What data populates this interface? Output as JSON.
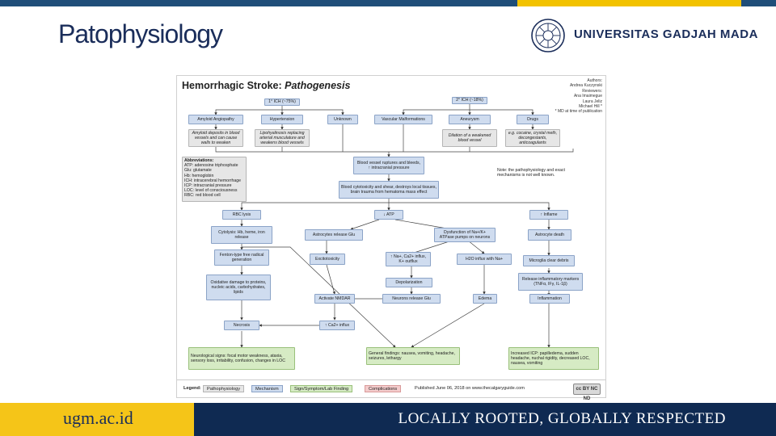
{
  "slide": {
    "title": "Patophysiology",
    "university": "UNIVERSITAS GADJAH MADA",
    "footer_url": "ugm.ac.id",
    "footer_tagline": "LOCALLY ROOTED, GLOBALLY RESPECTED"
  },
  "flowchart": {
    "title_bold": "Hemorrhagic Stroke: ",
    "title_italic": "Pathogenesis",
    "authors": [
      "Authors:",
      "Andrea Kuczynski",
      "Reviewers:",
      "Ana Imaimegue",
      "Laura Jeliz",
      "Michael Hill *",
      "* MD at time of publication"
    ],
    "nodes": {
      "ich1": "1° ICH (~75%)",
      "ich2": "2° ICH (~18%)",
      "amyloid": "Amyloid Angiopathy",
      "hypertension": "Hypertension",
      "unknown": "Unknown",
      "vascular": "Vascular Malformations",
      "aneurysm": "Aneurysm",
      "drugs": "Drugs",
      "amyloid_desc": "Amyloid deposits in blood vessels and can cause walls to weaken",
      "lipohyalinosis": "Lipohyalinosis replacing arterial musculature and weakens blood vessels",
      "dilation": "Dilation of a weakened blood vessel",
      "drugs_desc": "e.g. cocaine, crystal meth, decongestants, anticoagulants",
      "rupture": "Blood vessel ruptures and bleeds, ↑ intracranial pressure",
      "cytotoxic": "Blood cytotoxicity and shear, destroys local tissues, brain trauma from hematoma mass effect",
      "rbc": "RBC lysis",
      "atp": "↓ ATP",
      "ifactor": "↑ Inflame",
      "cytolysis": "Cytolysis: Hb, heme, iron release",
      "astro_glu": "Astrocytes release Glu",
      "na_k": "Dysfunction of Na+/K+ ATPase pumps on neurons",
      "astro_death": "Astrocyte death",
      "fenton": "Fenton-type free radical generation",
      "excito": "Excitotoxicity",
      "ca_influx": "↑ Na+, Ca2+ influx, K+ outflux",
      "h2o_influx": "H2O influx with Na+",
      "microglia": "Microglia clear debris",
      "oxidative": "Oxidative damage to proteins, nucleic acids, carbohydrates, lipids",
      "depol": "Depolarization",
      "release_inflam": "Release inflammatory markers (TNFα, IFγ, IL-1β)",
      "activate_nmdar": "Activate NMDAR",
      "neurons_glu": "Neurons release Glu",
      "edema": "Edema",
      "inflammation": "Inflammation",
      "necrosis": "Necrosis",
      "ca_influx2": "↑ Ca2+ influx",
      "focal_signs": "Neurological signs: focal motor weakness, ataxia, sensory loss, irritability, confusion, changes in LOC",
      "general": "General findings: nausea, vomiting, headache, seizures, lethargy",
      "icp": "Increased ICP: papilledema, sudden headache, nuchal rigidity, decreased LOC, nausea, vomiting",
      "abbrev_title": "Abbreviations:",
      "abbrev_lines": [
        "ATP: adenosine triphosphate",
        "Glu: glutamate",
        "Hb: hemoglobin",
        "ICH: intracerebral hemorrhage",
        "ICP: intracranial pressure",
        "LOC: level of consciousness",
        "RBC: red blood cell"
      ],
      "note": "Note: the pathophysiology and exact mechanisms is not well known."
    },
    "legend": {
      "label": "Legend:",
      "items": [
        "Pathophysiology",
        "Mechanism",
        "Sign/Symptom/Lab Finding",
        "Complications"
      ],
      "published": "Published June 06, 2018 on www.thecalgaryguide.com",
      "license_badge": "cc BY NC ND"
    },
    "colors": {
      "mechanism": "#cfdcef",
      "pathophysiology": "#e6e6e6",
      "sign": "#d6ebc4",
      "complications": "#f4cccc"
    }
  }
}
